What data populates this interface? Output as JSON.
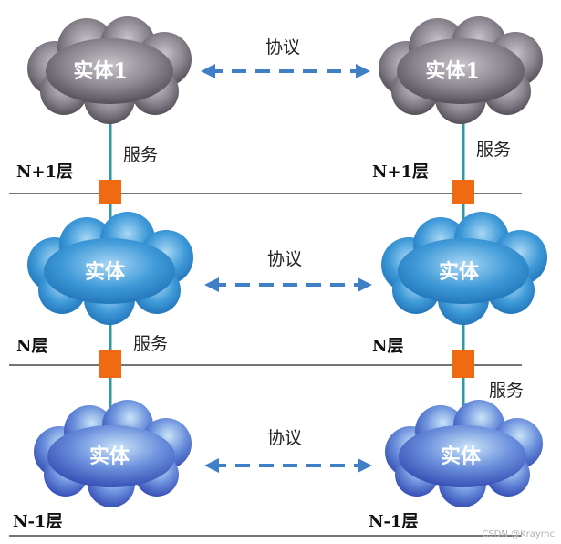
{
  "layers": [
    {
      "layer_label": "N+1层",
      "entity_left": "实体1",
      "entity_right": "实体1",
      "protocol_label": "协议",
      "service_left": "服务",
      "service_right": "服务"
    },
    {
      "layer_label": "N层",
      "entity_left": "实体",
      "entity_right": "实体",
      "protocol_label": "协议",
      "service_left": "服务",
      "service_right": "服务"
    },
    {
      "layer_label": "N-1层",
      "entity_left": "实体",
      "entity_right": "实体",
      "protocol_label": "协议"
    }
  ],
  "watermark": "CSDN @Kraymc",
  "colors": {
    "cloud_gray": "#6f6a72",
    "cloud_blue": "#2f86c8",
    "cloud_deep": "#3d63c2",
    "arrow": "#3f7fc6",
    "connector": "#2f9aa6",
    "service_box": "#f06a12"
  }
}
